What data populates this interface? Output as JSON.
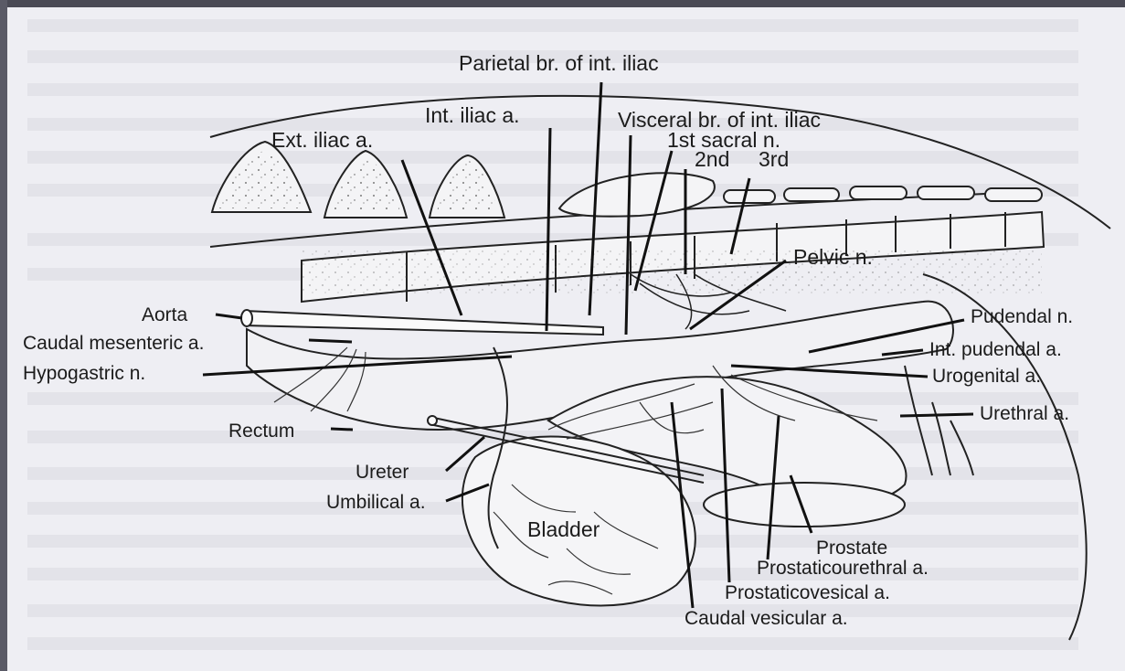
{
  "figure": {
    "labels": {
      "parietal_br": "Parietal br. of int. iliac",
      "int_iliac": "Int. iliac a.",
      "visceral_br": "Visceral br. of int. iliac",
      "first_sacral": "1st sacral n.",
      "second": "2nd",
      "third": "3rd",
      "ext_iliac": "Ext. iliac a.",
      "pelvic_n": "Pelvic n.",
      "aorta": "Aorta",
      "pudendal_n": "Pudendal n.",
      "caudal_mesenteric": "Caudal mesenteric a.",
      "int_pudendal": "Int. pudendal a.",
      "hypogastric": "Hypogastric n.",
      "urogenital": "Urogenital a.",
      "urethral": "Urethral a.",
      "rectum": "Rectum",
      "ureter": "Ureter",
      "umbilical": "Umbilical a.",
      "bladder": "Bladder",
      "prostate": "Prostate",
      "prostaticourethral": "Prostaticourethral a.",
      "prostaticovesical": "Prostaticovesical a.",
      "caudal_vesicular": "Caudal vesicular a."
    }
  }
}
